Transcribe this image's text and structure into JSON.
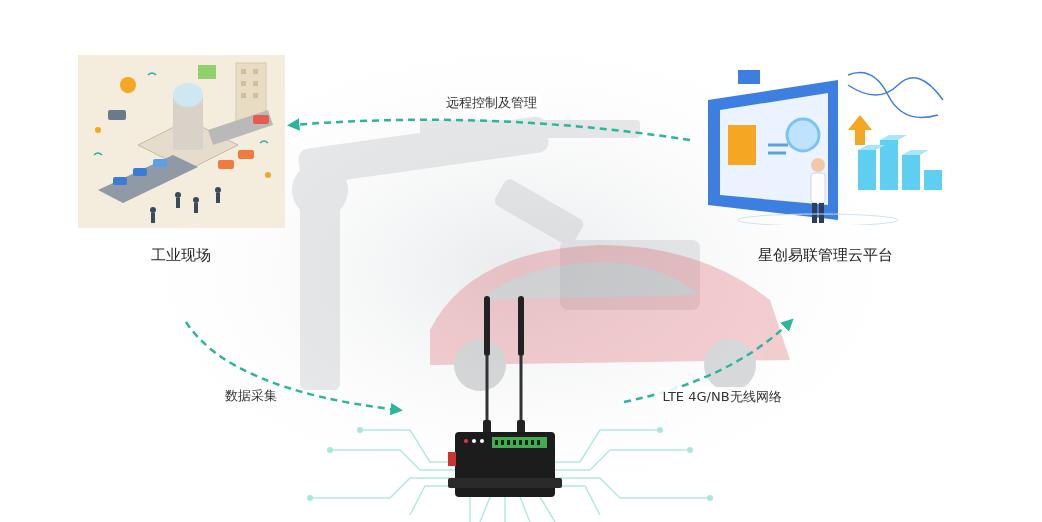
{
  "diagram": {
    "nodes": [
      {
        "text": [
          "工业现场"
        ]
      },
      {
        "text": [
          "星创易联管理云平台"
        ]
      }
    ],
    "edges": [
      {
        "from": 1,
        "to": 0,
        "arrow": "to",
        "label": "远程控制及管理"
      }
    ],
    "labels": [
      "数据采集",
      "LTE 4G/NB无线网络"
    ]
  }
}
